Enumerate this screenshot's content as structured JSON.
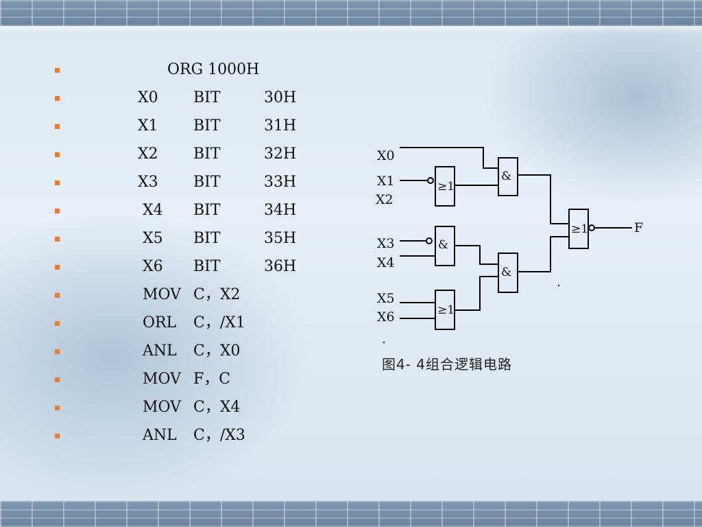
{
  "code": [
    {
      "cols": [
        "ORG 1000H"
      ]
    },
    {
      "cols": [
        "X0",
        "BIT",
        "30H"
      ]
    },
    {
      "cols": [
        "X1",
        "BIT",
        "31H"
      ]
    },
    {
      "cols": [
        "X2",
        "BIT",
        "32H"
      ]
    },
    {
      "cols": [
        "X3",
        "BIT",
        "33H"
      ]
    },
    {
      "cols": [
        "X4",
        "BIT",
        "34H"
      ]
    },
    {
      "cols": [
        "X5",
        "BIT",
        "35H"
      ]
    },
    {
      "cols": [
        "X6",
        "BIT",
        "36H"
      ]
    },
    {
      "cols": [
        "MOV",
        "C，X2"
      ]
    },
    {
      "cols": [
        "ORL",
        "C，/X1"
      ]
    },
    {
      "cols": [
        "ANL",
        "C，X0"
      ]
    },
    {
      "cols": [
        "MOV",
        "F，C"
      ]
    },
    {
      "cols": [
        "MOV",
        "C，X4"
      ]
    },
    {
      "cols": [
        "ANL",
        "C，/X3"
      ]
    }
  ],
  "diagram": {
    "inputs": [
      "X0",
      "X1",
      "X2",
      "X3",
      "X4",
      "X5",
      "X6"
    ],
    "gate_labels": {
      "or": "≥1",
      "and": "&"
    },
    "output": "F",
    "caption": "图4- 4组合逻辑电路"
  },
  "colors": {
    "bullet": "#f07a1f",
    "wire": "#000000",
    "text": "#111111"
  }
}
